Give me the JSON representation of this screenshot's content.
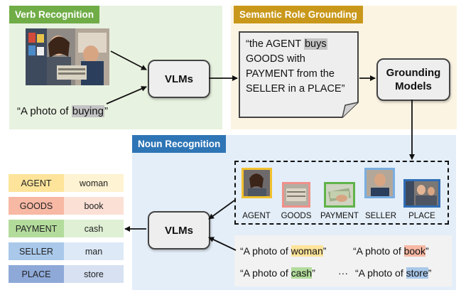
{
  "verb_panel": {
    "title": "Verb Recognition",
    "caption_prefix": "“A photo of ",
    "caption_highlight": "buying",
    "caption_suffix": "”"
  },
  "vlm_top": {
    "label": "VLMs"
  },
  "srg_panel": {
    "title": "Semantic Role Grounding",
    "doc_lines": [
      "“the AGENT ",
      "buys",
      "GOODS with",
      "PAYMENT from the",
      "SELLER in a PLACE”"
    ]
  },
  "grounding": {
    "label_line1": "Grounding",
    "label_line2": "Models"
  },
  "noun_panel": {
    "title": "Noun Recognition",
    "crops": [
      {
        "label": "AGENT",
        "color": "#f2c12e"
      },
      {
        "label": "GOODS",
        "color": "#f0908a"
      },
      {
        "label": "PAYMENT",
        "color": "#5fb34a"
      },
      {
        "label": "SELLER",
        "color": "#7aaee0"
      },
      {
        "label": "PLACE",
        "color": "#2f6db5"
      }
    ],
    "prompts": {
      "p1_prefix": "“A photo of ",
      "p1_word": "woman",
      "p1_suffix": "”",
      "p2_prefix": "“A photo of ",
      "p2_word": "book",
      "p2_suffix": "”",
      "p3_prefix": "“A photo of ",
      "p3_word": "cash",
      "p3_suffix": "”",
      "ellipsis": "···",
      "p4_prefix": "“A photo of ",
      "p4_word": "store",
      "p4_suffix": "”"
    }
  },
  "vlm_bottom": {
    "label": "VLMs"
  },
  "results": [
    {
      "role": "AGENT",
      "value": "woman",
      "role_bg": "#fde49a",
      "value_bg": "#fef3d2"
    },
    {
      "role": "GOODS",
      "value": "book",
      "role_bg": "#f7b8a4",
      "value_bg": "#fbe0d6"
    },
    {
      "role": "PAYMENT",
      "value": "cash",
      "role_bg": "#b3dc9c",
      "value_bg": "#dff0d4"
    },
    {
      "role": "SELLER",
      "value": "man",
      "role_bg": "#a9c8ea",
      "value_bg": "#dde9f7"
    },
    {
      "role": "PLACE",
      "value": "store",
      "role_bg": "#8ea9d8",
      "value_bg": "#d7e1f2"
    }
  ],
  "colors": {
    "verb": "#70ad47",
    "srg": "#c9981b",
    "noun": "#2e75b6"
  }
}
